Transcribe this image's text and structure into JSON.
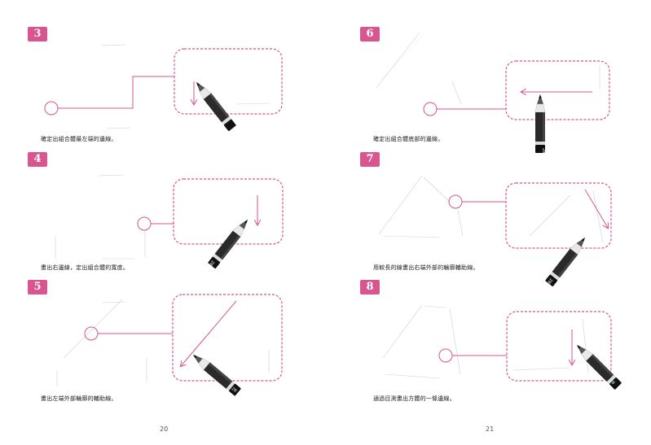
{
  "pages": {
    "left_number": "20",
    "right_number": "21"
  },
  "pencil": {
    "grade": "2B"
  },
  "colors": {
    "accent": "#d9558f",
    "sketch": "#b8b8b8",
    "pencil_body": "#222222"
  },
  "steps": [
    {
      "number": "3",
      "caption": "確定出組合體最左端的邊線。"
    },
    {
      "number": "4",
      "caption": "畫出右邊線，定出組合體的寬度。"
    },
    {
      "number": "5",
      "caption": "畫出左端外部輪廓的輔助線。"
    },
    {
      "number": "6",
      "caption": "確定出組合體底部的邊線。"
    },
    {
      "number": "7",
      "caption": "用較長的線畫出右端外部的輪廓輔助線。"
    },
    {
      "number": "8",
      "caption": "通過目測畫出方體的一條邊線。"
    }
  ]
}
